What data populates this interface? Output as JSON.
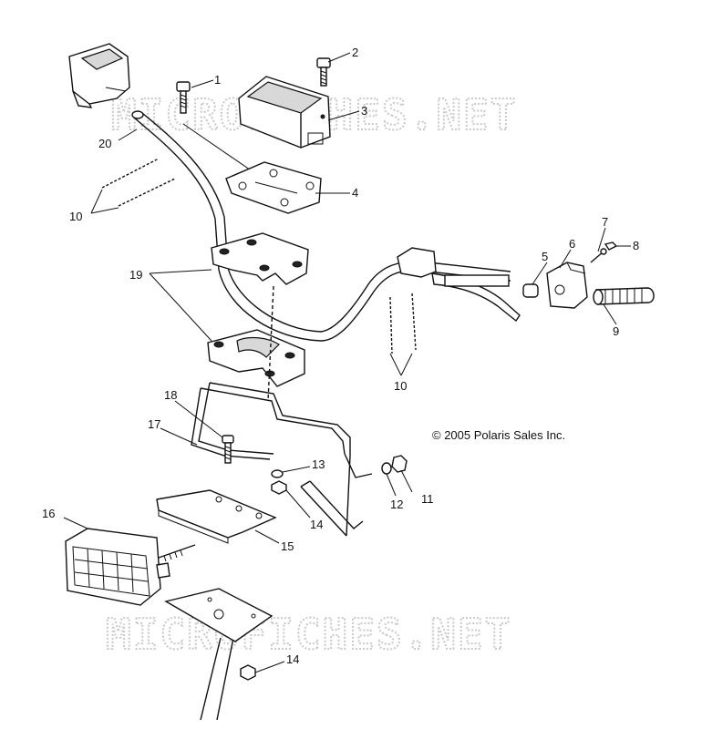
{
  "watermarks": [
    "MICROFICHES.NET",
    "MICROFICHES.NET"
  ],
  "copyright": "© 2005 Polaris Sales Inc.",
  "callouts": {
    "c1": "1",
    "c2": "2",
    "c3": "3",
    "c4": "4",
    "c5": "5",
    "c6": "6",
    "c7": "7",
    "c8": "8",
    "c9": "9",
    "c10a": "10",
    "c10b": "10",
    "c11": "11",
    "c12": "12",
    "c13": "13",
    "c14a": "14",
    "c14b": "14",
    "c15": "15",
    "c16": "16",
    "c17": "17",
    "c18": "18",
    "c19": "19",
    "c20": "20"
  }
}
